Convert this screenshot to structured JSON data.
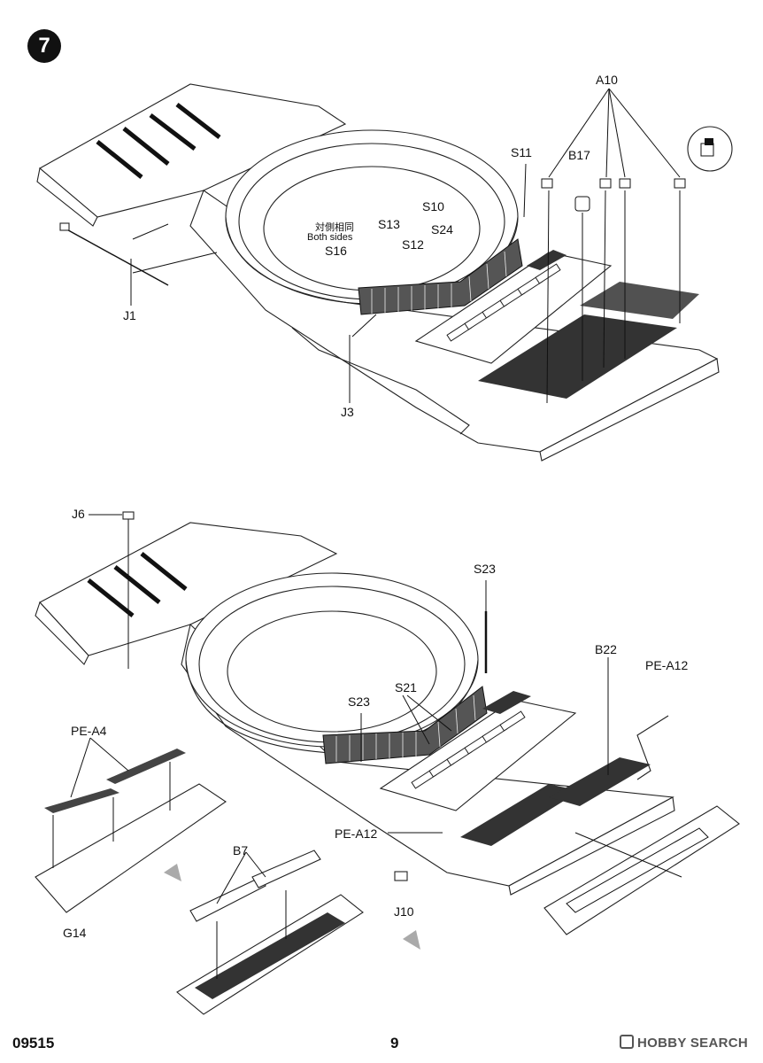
{
  "page": {
    "step_number": "7",
    "code": "09515",
    "page_number": "9",
    "watermark": "HOBBY SEARCH"
  },
  "upper": {
    "labels": {
      "a10": "A10",
      "s11": "S11",
      "b17": "B17",
      "s10": "S10",
      "s13": "S13",
      "s24": "S24",
      "s12": "S12",
      "both_sides_cn": "対側相同",
      "both_sides_en": "Both sides",
      "s16": "S16",
      "j1": "J1",
      "j3": "J3"
    }
  },
  "lower": {
    "labels": {
      "j6": "J6",
      "s23_top": "S23",
      "b22": "B22",
      "pea12_right": "PE-A12",
      "s23_mid": "S23",
      "s21": "S21",
      "pea4": "PE-A4",
      "pea12_left": "PE-A12",
      "b7": "B7",
      "j10": "J10",
      "g14": "G14"
    }
  },
  "colors": {
    "ink": "#111111",
    "paper": "#ffffff",
    "grille": "#333333"
  }
}
